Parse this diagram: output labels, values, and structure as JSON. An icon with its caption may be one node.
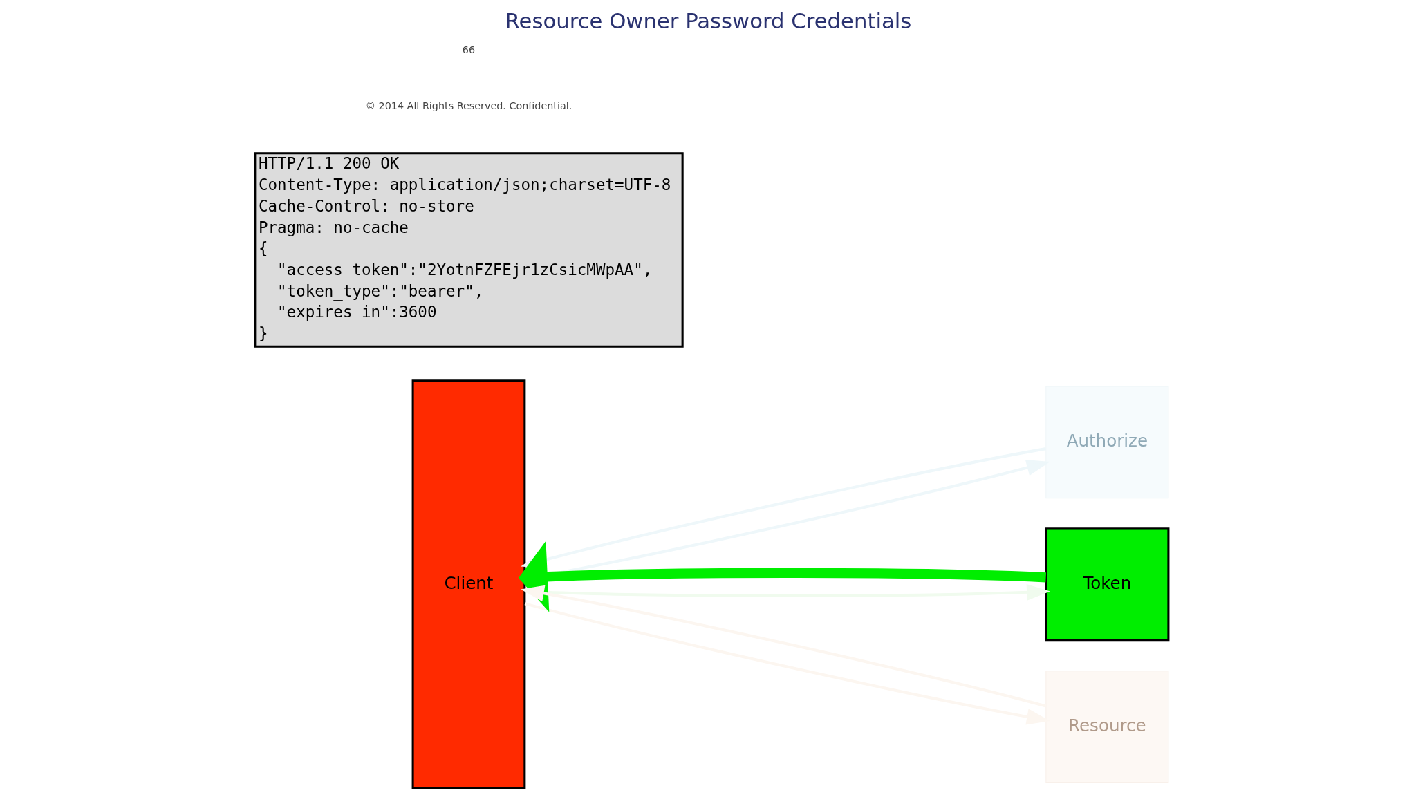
{
  "diagram": {
    "title": "Resource Owner Password Credentials",
    "nodes": [
      {
        "text": [
          "Client"
        ]
      },
      {
        "text": [
          "Authorize"
        ]
      },
      {
        "text": [
          "Token"
        ]
      },
      {
        "text": [
          "Resource"
        ]
      }
    ],
    "edges": [
      {
        "from": 0,
        "to": 1,
        "arrow": "to",
        "color": "#eef7fa"
      },
      {
        "from": 1,
        "to": 0,
        "arrow": "to",
        "color": "#eef7fa"
      },
      {
        "from": 0,
        "to": 2,
        "arrow": "to",
        "color": "#f0fbee"
      },
      {
        "from": 2,
        "to": 0,
        "arrow": "to",
        "style": "thick",
        "color": "#00ee00"
      },
      {
        "from": 0,
        "to": 3,
        "arrow": "to",
        "color": "#fcf6f0"
      },
      {
        "from": 3,
        "to": 0,
        "arrow": "to",
        "color": "#fcf6f0"
      }
    ],
    "labels": [
      "HTTP/1.1 200 OK",
      "Content-Type: application/json;charset=UTF-8",
      "Cache-Control: no-store",
      "Pragma: no-cache",
      "{",
      "  \"access_token\":\"2YotnFZFEjr1zCsicMWpAA\",",
      "  \"token_type\":\"bearer\",",
      "  \"expires_in\":3600",
      "}",
      "© 2014 All Rights Reserved. Confidential.",
      "66"
    ]
  }
}
